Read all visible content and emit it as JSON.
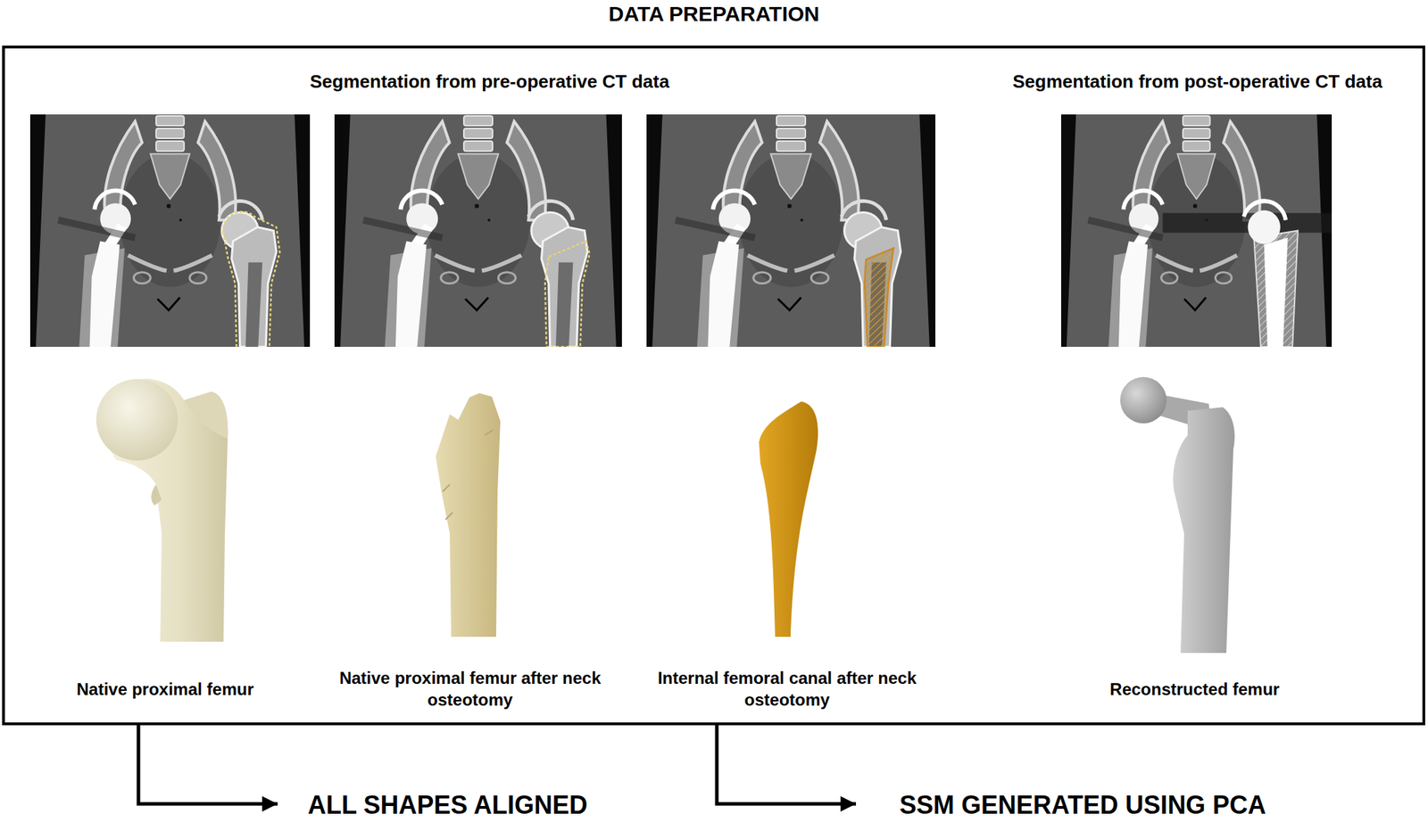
{
  "diagram": {
    "title": "DATA PREPARATION",
    "nodes": [
      {
        "text": [
          "Segmentation from pre-operative CT data",
          "Segmentation from post-operative CT data"
        ]
      },
      {
        "text": [
          "ALL SHAPES ALIGNED"
        ]
      },
      {
        "text": [
          "SSM GENERATED USING PCA"
        ]
      }
    ],
    "edges": [
      {
        "from": 0,
        "to": 1,
        "arrow": "to"
      },
      {
        "from": 0,
        "to": 2,
        "arrow": "to"
      }
    ],
    "labels": [
      "Native proximal femur",
      "Native proximal femur after neck osteotomy",
      "Internal femoral canal after neck osteotomy",
      "Reconstructed femur"
    ]
  }
}
